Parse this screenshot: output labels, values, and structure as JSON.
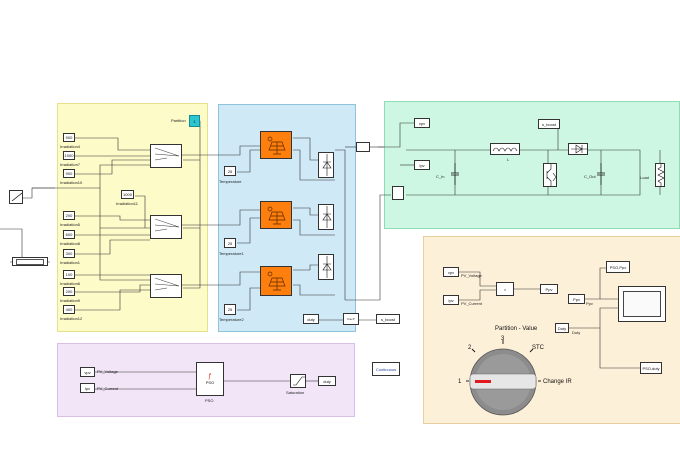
{
  "irradiance_block": {
    "values": [
      "900",
      "1000",
      "900",
      "1000",
      "200",
      "600",
      "300",
      "100",
      "200",
      "400"
    ],
    "labels": [
      "Irradiation4",
      "Irradiation7",
      "Irradiation10",
      "Irradiation11",
      "Irradiation5",
      "Irradiation8",
      "Irradiation1",
      "Irradiation6",
      "Irradiation9",
      "Irradiation12"
    ]
  },
  "partition_label": "Partition",
  "partition_value": "1",
  "pv_block": {
    "temperatures": [
      "25",
      "25",
      "25"
    ],
    "temperature_labels": [
      "Temperature",
      "Temperature1",
      "Temperature2"
    ],
    "duty_tag": "duty",
    "sboost_tag": "s_boost"
  },
  "converter_block": {
    "tags": [
      "vpv",
      "Ipv",
      "s_boost"
    ],
    "labels": {
      "c_in": "C_In",
      "inductor": "L",
      "c_out": "C_Out",
      "load": "Load"
    }
  },
  "pso_block": {
    "inputs": [
      "vpv",
      "Ipv"
    ],
    "input_labels": [
      "PV_Voltage",
      "PV_Current"
    ],
    "controller_label": "PSO",
    "controller_text": "PSO",
    "saturation_label": "Saturation",
    "output_tag": "duty"
  },
  "power_block": {
    "inputs": [
      "vpv",
      "Ipv"
    ],
    "input_labels": [
      "PV_Voltage",
      "PV_Current"
    ],
    "product_out": "Ppv",
    "goto_ppv": "Ppv",
    "ppv_label": "Ppv",
    "duty_tag": "Duty",
    "duty_label": "Duty",
    "scope_out1": "PSO,Ppv",
    "scope_out2": "PSO,duty"
  },
  "powergui": "Continuous",
  "knob": {
    "title": "Partition - Value",
    "positions": [
      "1",
      "2",
      "3",
      "STC",
      "Change IR"
    ]
  },
  "colors": {
    "yellow": "#fdfbc8",
    "blue": "#cfe9f6",
    "green": "#cdf7e2",
    "purple": "#f2e5f8",
    "tan": "#fdf0d8",
    "pv_orange": "#ff7f0e",
    "knob_marker": "#e31a1c"
  }
}
